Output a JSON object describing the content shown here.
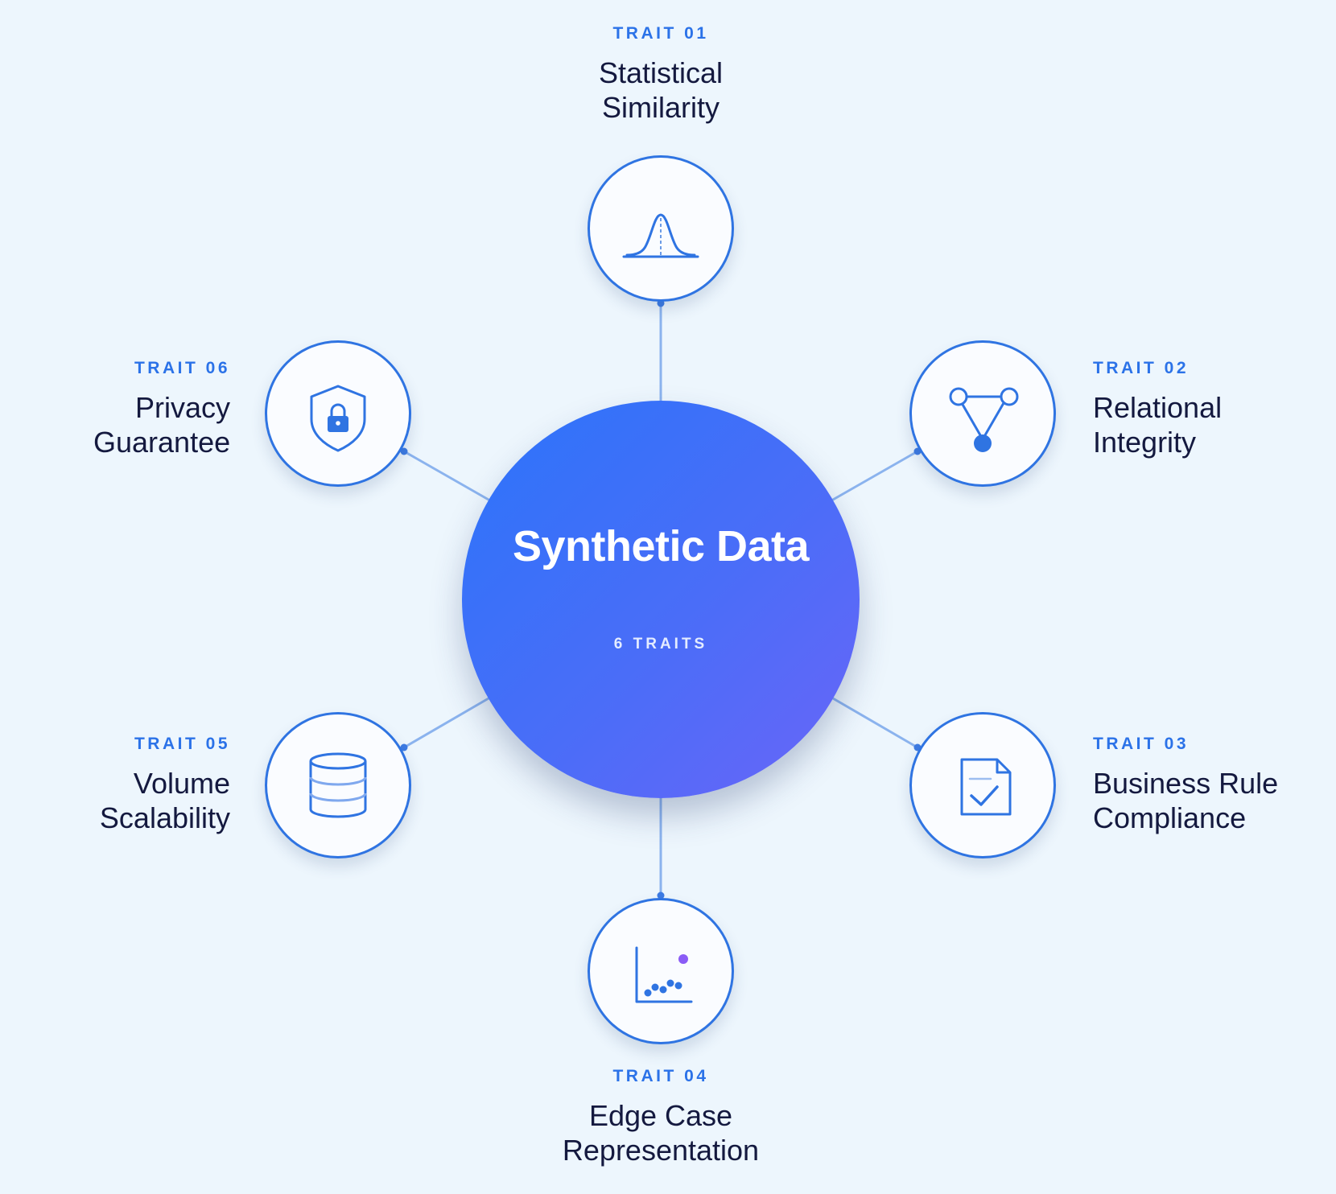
{
  "center": {
    "title": "Synthetic Data",
    "subtitle": "6 TRAITS"
  },
  "colors": {
    "background": "#EDF6FD",
    "accent": "#2F74E2",
    "hub_gradient_start": "#2B74FA",
    "hub_gradient_end": "#6A65F8",
    "text_dark": "#14193F",
    "outlier_point": "#8A5CF6"
  },
  "traits": [
    {
      "number": "TRAIT 01",
      "name": "Statistical Similarity",
      "icon": "bell-curve-icon"
    },
    {
      "number": "TRAIT 02",
      "name": "Relational Integrity",
      "icon": "connected-nodes-icon"
    },
    {
      "number": "TRAIT 03",
      "name": "Business Rule Compliance",
      "icon": "checked-document-icon"
    },
    {
      "number": "TRAIT 04",
      "name": "Edge Case Representation",
      "icon": "scatter-plot-outlier-icon"
    },
    {
      "number": "TRAIT 05",
      "name": "Volume Scalability",
      "icon": "database-icon"
    },
    {
      "number": "TRAIT 06",
      "name": "Privacy Guarantee",
      "icon": "shield-lock-icon"
    }
  ]
}
